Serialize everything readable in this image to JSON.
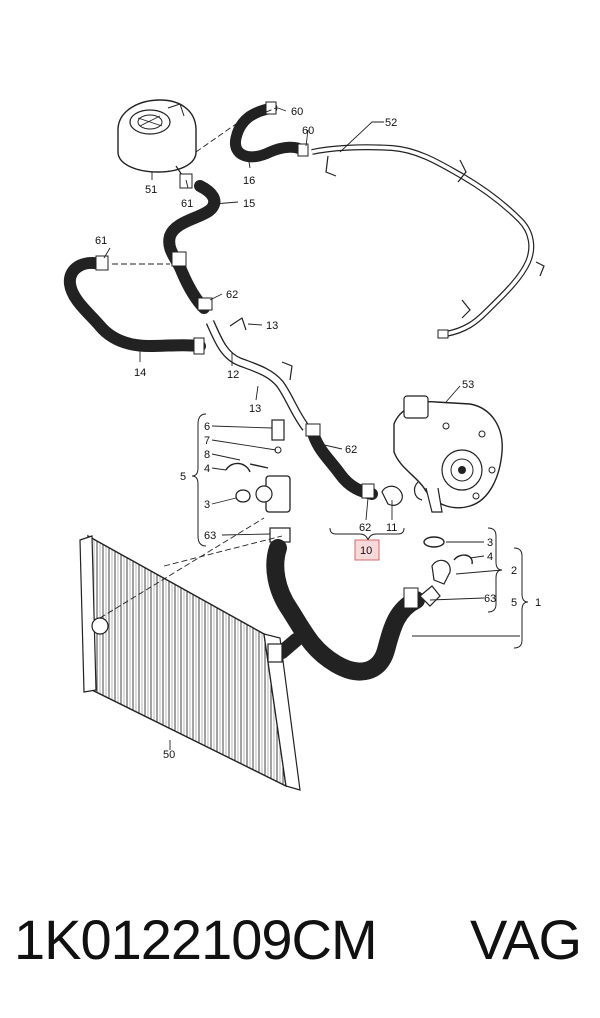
{
  "caption": {
    "part_number": "1K0122109CM",
    "brand": "VAG"
  },
  "callouts": {
    "c60a": "60",
    "c60b": "60",
    "c52": "52",
    "c51": "51",
    "c16": "16",
    "c61a": "61",
    "c15": "15",
    "c61b": "61",
    "c62a": "62",
    "c13a": "13",
    "c14": "14",
    "c12": "12",
    "c53": "53",
    "c13b": "13",
    "c6": "6",
    "c7": "7",
    "c8": "8",
    "c4a": "4",
    "c5a": "5",
    "c3a": "3",
    "c62b": "62",
    "c62c": "62",
    "c11": "11",
    "c63a": "63",
    "c10": "10",
    "c3b": "3",
    "c4b": "4",
    "c2": "2",
    "c5b": "5",
    "c1": "1",
    "c63b": "63",
    "c50": "50"
  },
  "colors": {
    "ink": "#222222",
    "highlight_fill": "#f7d9d9",
    "highlight_stroke": "#d46a6a"
  }
}
